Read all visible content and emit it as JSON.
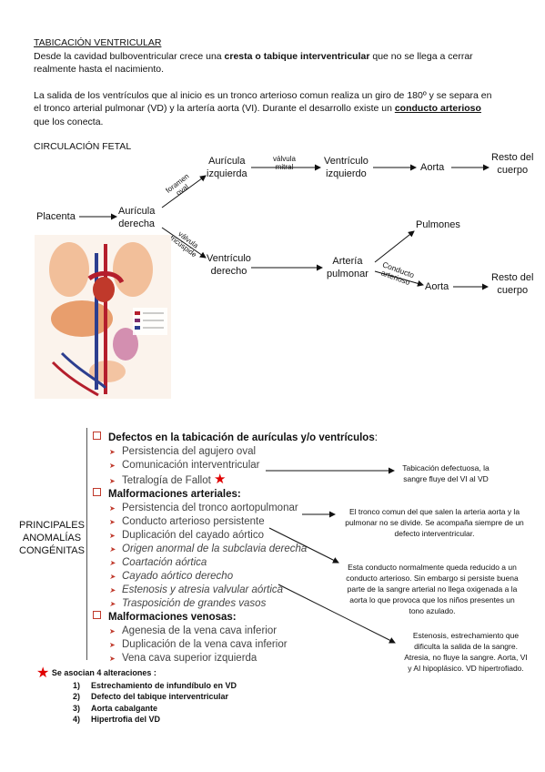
{
  "intro": {
    "title": "TABICACIÓN VENTRICULAR",
    "p1_a": "Desde la cavidad bulboventricular crece una ",
    "p1_b": "cresta o tabique interventricular",
    "p1_c": " que no se llega a cerrar",
    "p1_d": "realmente hasta el nacimiento.",
    "p2_l1": "La salida de los ventrículos que al inicio es un tronco arterioso comun realiza un giro de 180º y se separa en",
    "p2_l2": "el tronco arterial pulmonar (VD) y la artería aorta (VI). Durante el desarrollo existe un ",
    "p2_u": "conducto arterioso",
    "p2_l3": "que los conecta."
  },
  "fetal": {
    "title": "CIRCULACIÓN FETAL",
    "placenta": "Placenta",
    "auricula_der_1": "Aurícula",
    "auricula_der_2": "derecha",
    "auricula_izq_1": "Aurícula",
    "auricula_izq_2": "izquierda",
    "foramen_1": "foramen",
    "foramen_2": "oval",
    "valvula_mitral_1": "válvula",
    "valvula_mitral_2": "mitral",
    "ventriculo_izq_1": "Ventrículo",
    "ventriculo_izq_2": "izquierdo",
    "aorta_top": "Aorta",
    "resto_1": "Resto del",
    "resto_2": "cuerpo",
    "valvula_tric_1": "válvula",
    "valvula_tric_2": "tricúspide",
    "ventriculo_der_1": "Ventrículo",
    "ventriculo_der_2": "derecho",
    "arteria_pulm_1": "Artería",
    "arteria_pulm_2": "pulmonar",
    "pulmones": "Pulmones",
    "conducto_1": "Conducto",
    "conducto_2": "arterioso",
    "aorta_bottom": "Aorta",
    "resto_b_1": "Resto del",
    "resto_b_2": "cuerpo"
  },
  "anomalias": {
    "side_1": "PRINCIPALES",
    "side_2": "ANOMALÍAS",
    "side_3": "CONGÉNITAS",
    "h1": "Defectos en la tabicación de aurículas y/o ventrículos",
    "h1_colon": ":",
    "i1": "Persistencia del agujero oval",
    "i2": "Comunicación interventricular",
    "i3": "Tetralogía de Fallot",
    "h2": "Malformaciones arteriales:",
    "i4": "Persistencia del tronco aortopulmonar",
    "i5": "Conducto arterioso persistente",
    "i6": "Duplicación del cayado aórtico",
    "i7": "Origen anormal de la subclavia derecha",
    "i8": "Coartación aórtica",
    "i9": "Cayado aórtico derecho",
    "i10": "Estenosis y atresia valvular aórtica",
    "i11": "Trasposición de grandes vasos",
    "h3": "Malformaciones venosas:",
    "i12": "Agenesia de la vena cava inferior",
    "i13": "Duplicación de la vena cava inferior",
    "i14": "Vena cava superior izquierda"
  },
  "notes": {
    "n1_l1": "Tabicación defectuosa, la",
    "n1_l2": "sangre fluye del VI al VD",
    "n2_l1": "El tronco comun del que salen la arteria aorta y la",
    "n2_l2": "pulmonar no se divide. Se acompaña siempre de un",
    "n2_l3": "defecto interventricular.",
    "n3_l1": "Esta conducto normalmente queda reducido a un",
    "n3_l2": "conducto arterioso. Sin embargo si persiste buena",
    "n3_l3": "parte de la sangre arterial no llega oxigenada a la",
    "n3_l4": "aorta lo que provoca que los niños presentes un",
    "n3_l5": "tono azulado.",
    "n4_l1": "Estenosis, estrechamiento que",
    "n4_l2": "dificulta la salida de la sangre.",
    "n4_l3": "Atresia, no fluye la sangre. Aorta, VI",
    "n4_l4": "y AI hipoplásico. VD hipertrofiado."
  },
  "fallot": {
    "title": "Se asocian 4 alteraciones :",
    "items": [
      {
        "n": "1)",
        "t": "Estrechamiento de infundíbulo en VD"
      },
      {
        "n": "2)",
        "t": "Defecto del tabique interventricular"
      },
      {
        "n": "3)",
        "t": "Aorta cabalgante"
      },
      {
        "n": "4)",
        "t": "Hipertrofia del VD"
      }
    ]
  },
  "colors": {
    "accent": "#c0392b",
    "star": "#e00000"
  }
}
